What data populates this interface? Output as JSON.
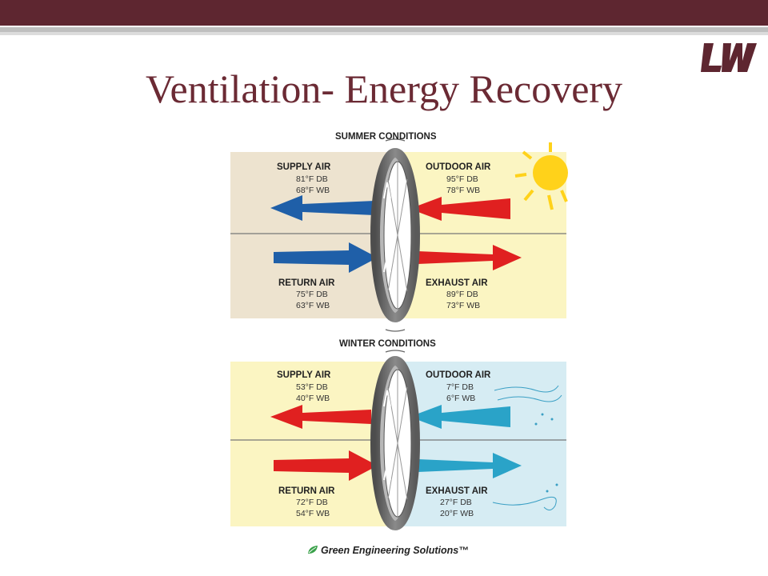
{
  "slide": {
    "title": "Ventilation- Energy Recovery",
    "logo_text": "LW",
    "brand_color": "#5e2630"
  },
  "summer": {
    "heading": "SUMMER CONDITIONS",
    "supply": {
      "label": "SUPPLY AIR",
      "db": "81°F DB",
      "wb": "68°F WB"
    },
    "outdoor": {
      "label": "OUTDOOR AIR",
      "db": "95°F DB",
      "wb": "78°F WB"
    },
    "return": {
      "label": "RETURN AIR",
      "db": "75°F DB",
      "wb": "63°F WB"
    },
    "exhaust": {
      "label": "EXHAUST AIR",
      "db": "89°F DB",
      "wb": "73°F WB"
    },
    "left_bg": "#ede3cf",
    "right_bg": "#fbf5c2",
    "icon": "sun-icon"
  },
  "winter": {
    "heading": "WINTER CONDITIONS",
    "supply": {
      "label": "SUPPLY AIR",
      "db": "53°F DB",
      "wb": "40°F WB"
    },
    "outdoor": {
      "label": "OUTDOOR AIR",
      "db": "7°F DB",
      "wb": "6°F WB"
    },
    "return": {
      "label": "RETURN AIR",
      "db": "72°F DB",
      "wb": "54°F WB"
    },
    "exhaust": {
      "label": "EXHAUST AIR",
      "db": "27°F DB",
      "wb": "20°F WB"
    },
    "left_bg": "#fbf5c2",
    "right_bg": "#d6ecf3",
    "icon": "wind-icon"
  },
  "footer": {
    "text": "Green Engineering Solutions™"
  },
  "colors": {
    "red_arrow": "#e02020",
    "blue_arrow": "#1f5fa8",
    "cyan_arrow": "#2aa3c8",
    "wheel": "#6b6b6b"
  }
}
